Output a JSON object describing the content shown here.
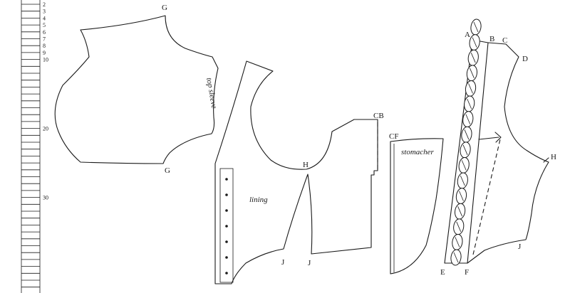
{
  "ruler": {
    "labels": [
      {
        "text": "2",
        "mark": 2
      },
      {
        "text": "3",
        "mark": 3
      },
      {
        "text": "4",
        "mark": 4
      },
      {
        "text": "5",
        "mark": 5
      },
      {
        "text": "6",
        "mark": 6
      },
      {
        "text": "7",
        "mark": 7
      },
      {
        "text": "8",
        "mark": 8
      },
      {
        "text": "9",
        "mark": 9
      },
      {
        "text": "10",
        "mark": 10
      },
      {
        "text": "20",
        "mark": 20
      },
      {
        "text": "30",
        "mark": 30
      }
    ]
  },
  "pieces": {
    "top_sleeve": "top sleeve",
    "lining": "lining",
    "stomacher": "stomacher"
  },
  "points": {
    "G_top": "G",
    "G_bottom": "G",
    "CB": "CB",
    "H_lining": "H",
    "J_left": "J",
    "J_right": "J",
    "CF": "CF",
    "A": "A",
    "B": "B",
    "C": "C",
    "D": "D",
    "H_right": "H",
    "J_bodice": "J",
    "E": "E",
    "F": "F"
  }
}
